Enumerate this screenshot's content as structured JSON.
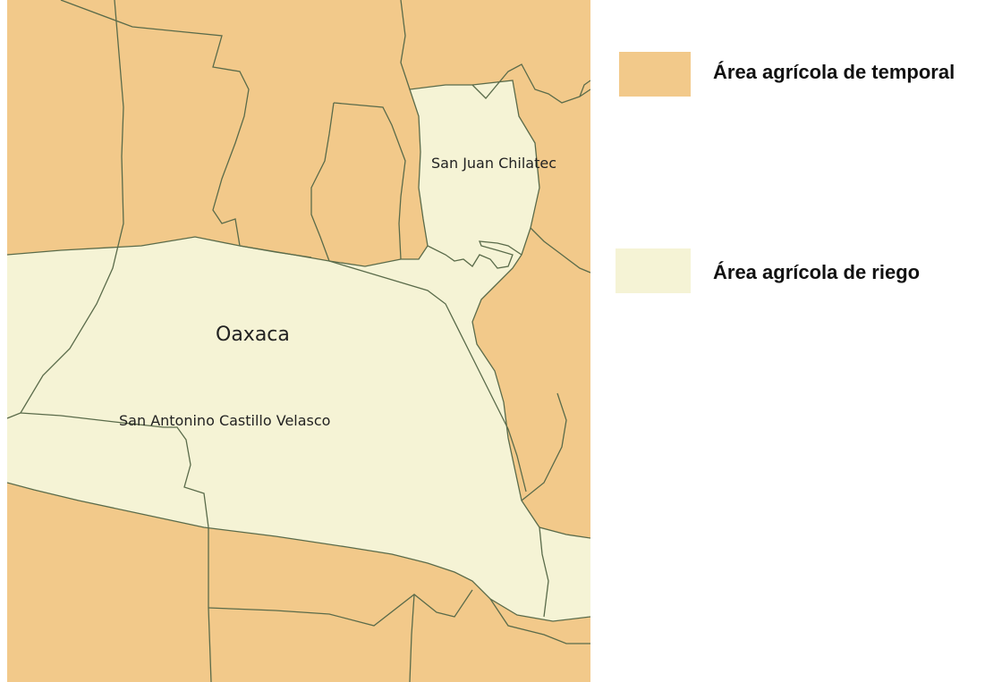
{
  "map": {
    "labels": {
      "oaxaca": "Oaxaca",
      "san_antonino": "San Antonino Castillo Velasco",
      "san_juan": "San Juan Chilatec"
    },
    "colors": {
      "temporal": "#f2c98a",
      "riego": "#f5f3d5",
      "boundary": "#5a6b4a"
    }
  },
  "legend": {
    "items": [
      {
        "label": "Área agrícola de temporal",
        "color": "#f2c98a"
      },
      {
        "label": "Área agrícola de riego",
        "color": "#f5f3d5"
      }
    ]
  }
}
